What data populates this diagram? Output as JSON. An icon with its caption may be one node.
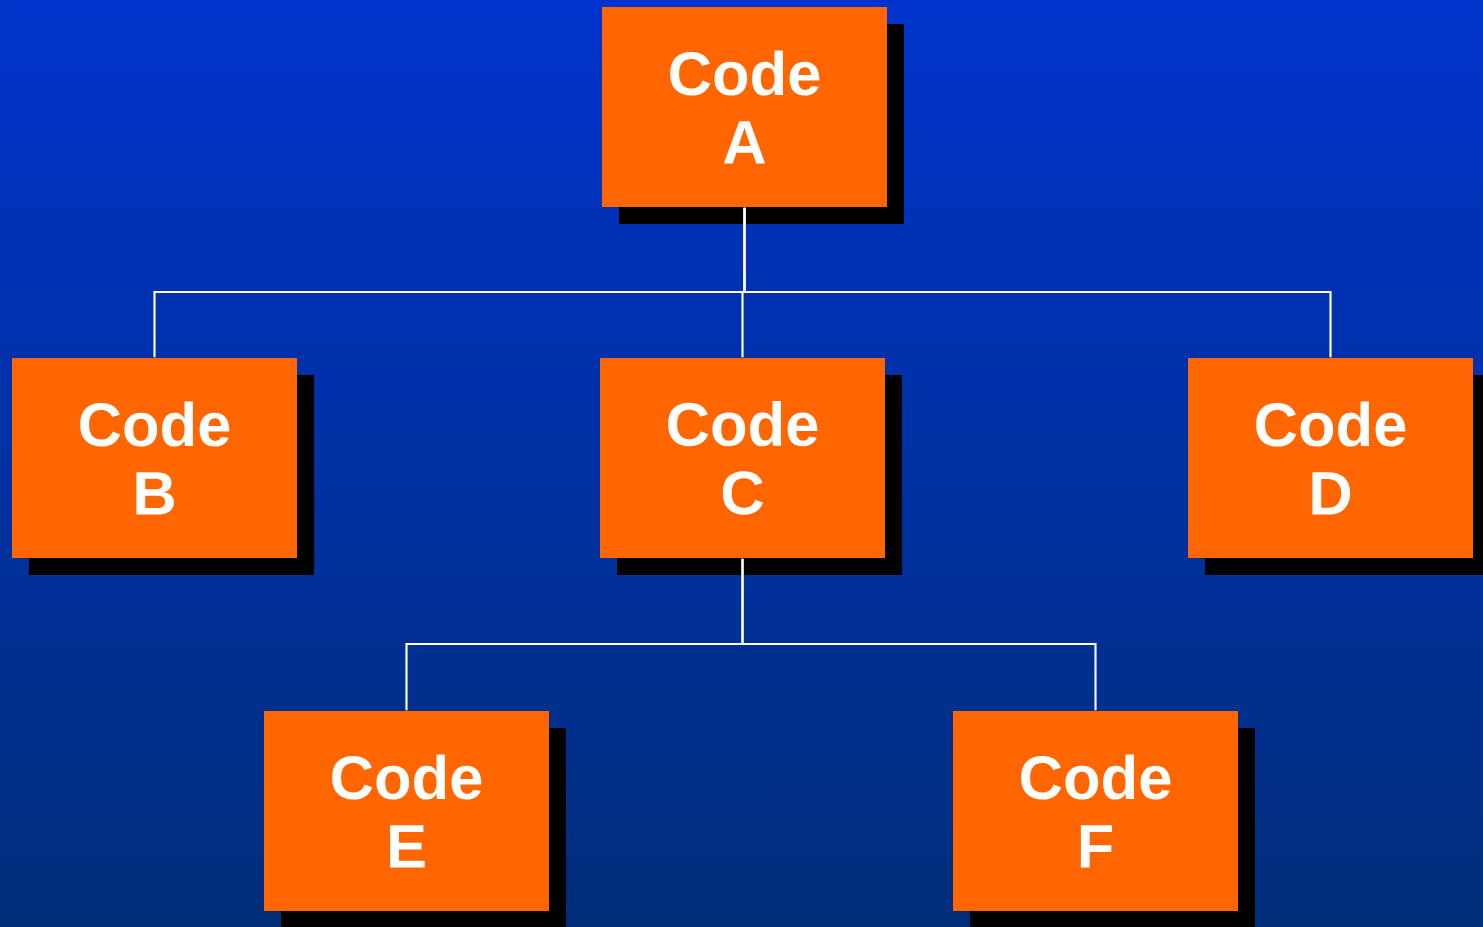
{
  "diagram": {
    "nodes": [
      {
        "text": [
          "Code A"
        ]
      },
      {
        "text": [
          "Code B"
        ]
      },
      {
        "text": [
          "Code C"
        ]
      },
      {
        "text": [
          "Code D"
        ]
      },
      {
        "text": [
          "Code E"
        ]
      },
      {
        "text": [
          "Code F"
        ]
      }
    ],
    "edges": [
      {
        "from": 0,
        "to": 1,
        "arrow": "none"
      },
      {
        "from": 0,
        "to": 2,
        "arrow": "none"
      },
      {
        "from": 0,
        "to": 3,
        "arrow": "none"
      },
      {
        "from": 2,
        "to": 4,
        "arrow": "none"
      },
      {
        "from": 2,
        "to": 5,
        "arrow": "none"
      }
    ]
  }
}
